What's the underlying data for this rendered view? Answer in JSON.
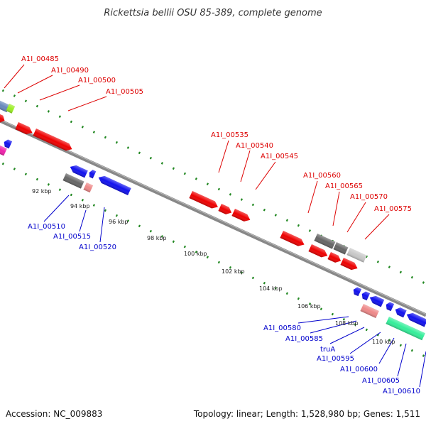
{
  "title": "Rickettsia bellii OSU 85-389, complete genome",
  "accession": "Accession: NC_009883",
  "topology": "Topology: linear; Length: 1,528,980 bp; Genes: 1,511",
  "colors": {
    "top_strand_label": "#dd0000",
    "bottom_strand_label": "#0000cc",
    "gene_red": "#ee0000",
    "gene_blue": "#1111ee",
    "gene_gray": "#666666",
    "gene_light_gray": "#c8c8c8",
    "gene_pink": "#ee8888",
    "gene_green": "#33ee99",
    "gene_magenta": "#ee22aa",
    "gene_lime": "#99ee22",
    "gene_steel": "#6688bb",
    "backbone": "#888888",
    "dots": "#228822"
  },
  "top_labels": [
    "A1I_00485",
    "A1I_00490",
    "A1I_00500",
    "A1I_00505",
    "A1I_00535",
    "A1I_00540",
    "A1I_00545",
    "A1I_00560",
    "A1I_00565",
    "A1I_00570",
    "A1I_00575"
  ],
  "bottom_labels": [
    "A1I_00510",
    "A1I_00515",
    "A1I_00520",
    "A1I_00580",
    "A1I_00585",
    "truA",
    "A1I_00595",
    "A1I_00600",
    "A1I_00605",
    "A1I_00610"
  ],
  "ticks": [
    "92 kbp",
    "94 kbp",
    "96 kbp",
    "98 kbp",
    "100 kbp",
    "102 kbp",
    "104 kbp",
    "106 kbp",
    "108 kbp",
    "110 kbp"
  ]
}
